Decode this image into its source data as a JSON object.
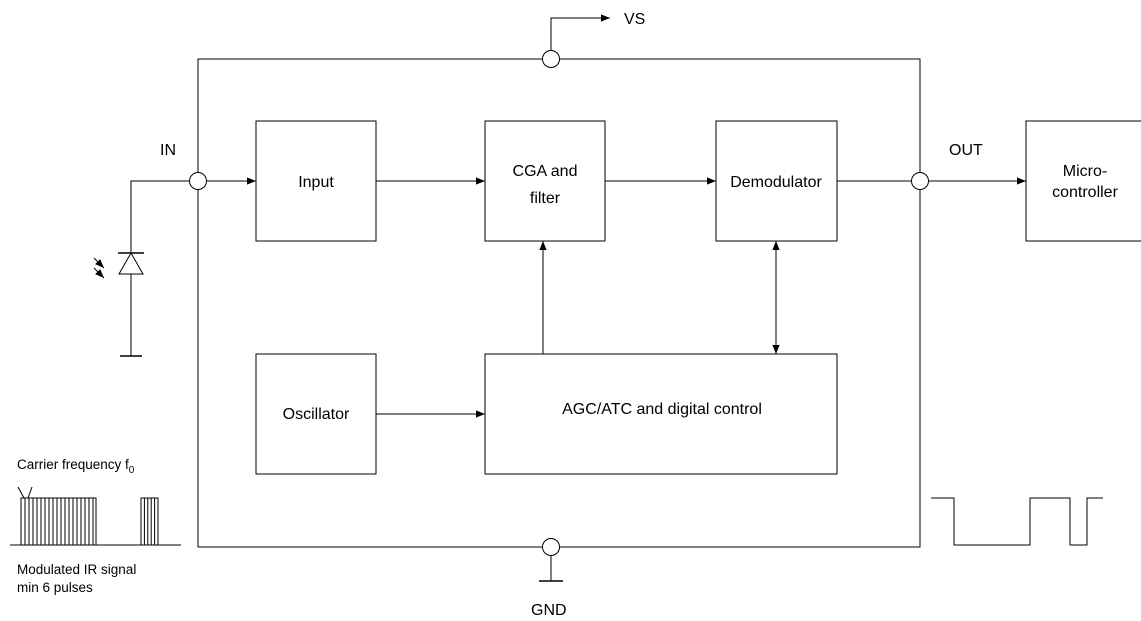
{
  "pins": {
    "vs": "VS",
    "in": "IN",
    "out": "OUT",
    "gnd": "GND"
  },
  "blocks": {
    "input": "Input",
    "cga_line1": "CGA and",
    "cga_line2": "filter",
    "demodulator": "Demodulator",
    "microcontroller_line1": "Micro-",
    "microcontroller_line2": "controller",
    "oscillator": "Oscillator",
    "agc": "AGC/ATC and digital control"
  },
  "signal": {
    "carrier_label": "Carrier frequency f",
    "carrier_subscript": "0",
    "modulated_line1": "Modulated IR signal",
    "modulated_line2": "min 6 pulses"
  },
  "icons": {
    "photodiode": "photodiode-icon",
    "light_rays": "light-rays-icon",
    "ground": "ground-symbol-icon"
  }
}
